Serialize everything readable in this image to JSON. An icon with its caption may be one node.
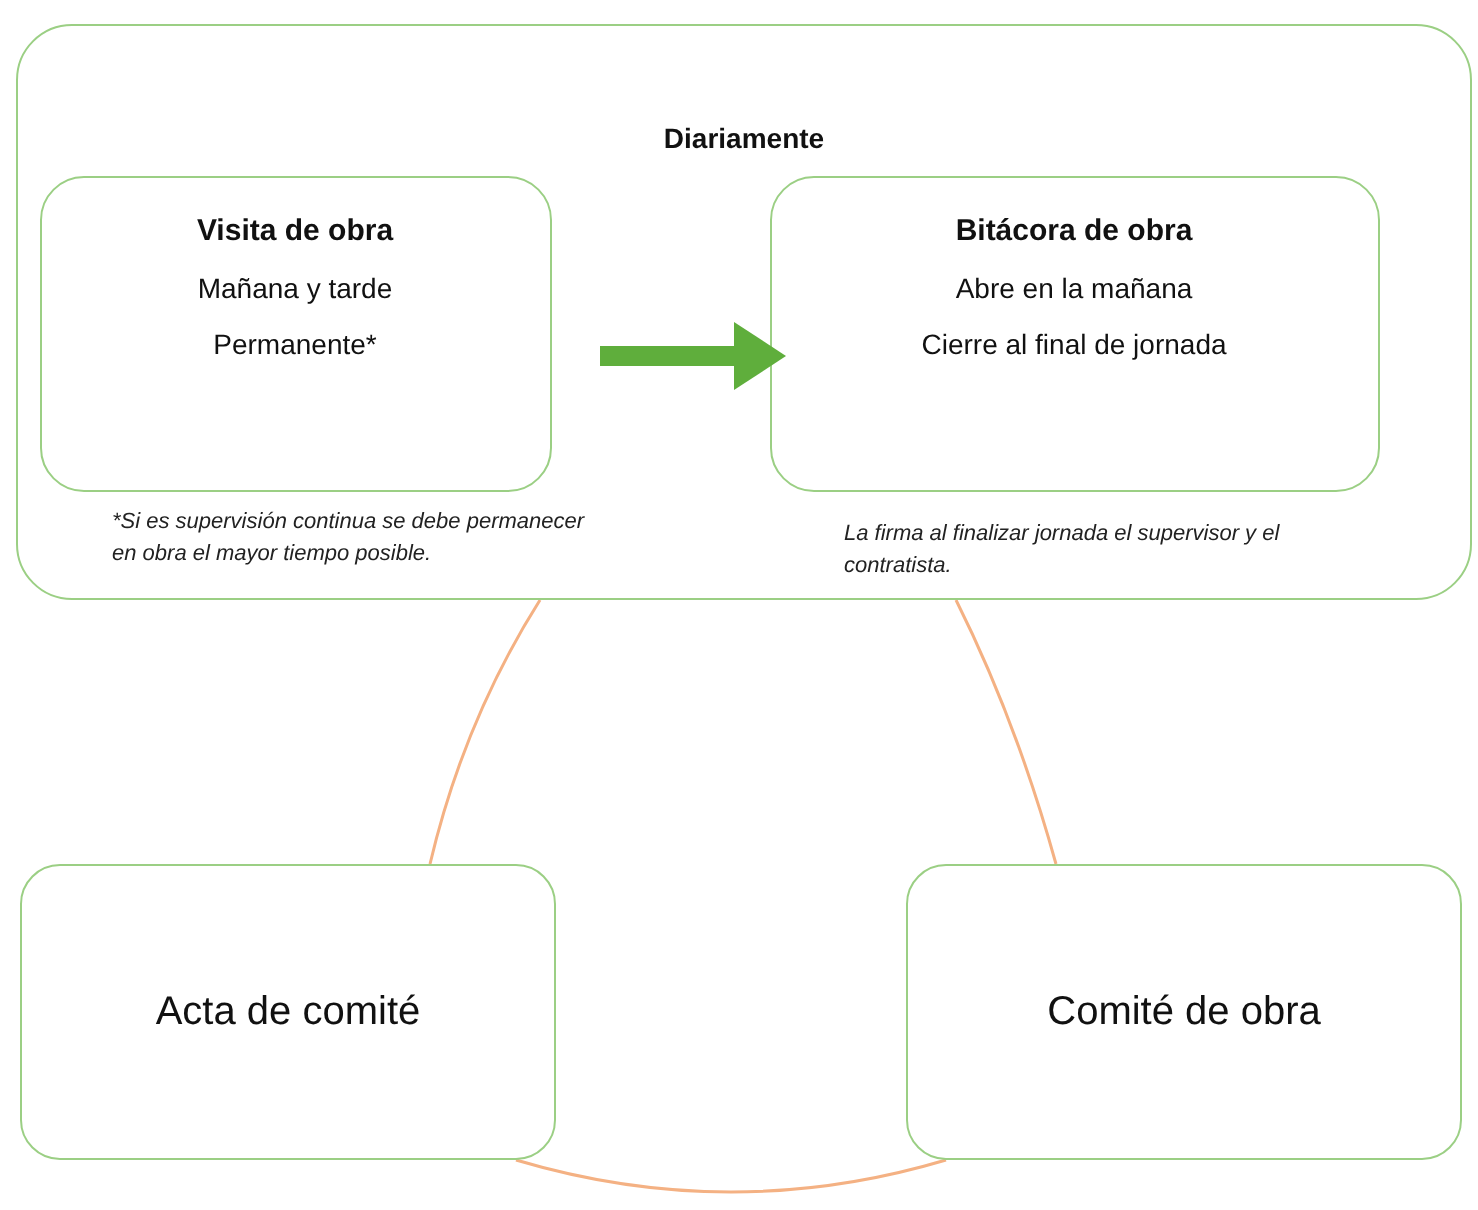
{
  "diagram": {
    "nodes": [
      {
        "text": [
          "Diariamente"
        ]
      },
      {
        "text": [
          "Visita de obra",
          "Mañana y tarde",
          "Permanente*"
        ],
        "in": 0,
        "beside": [
          "*Si es supervisión continua se debe permanecer en obra el mayor tiempo posible."
        ]
      },
      {
        "text": [
          "Bitácora de obra",
          "Abre en la mañana",
          "Cierre al final de jornada"
        ],
        "in": 0,
        "beside": [
          "La firma al finalizar jornada el supervisor y el contratista."
        ]
      },
      {
        "text": [
          "Acta de comité"
        ]
      },
      {
        "text": [
          "Comité de obra"
        ]
      }
    ],
    "edges": [
      {
        "from": 1,
        "to": 2,
        "arrow": "to",
        "style": "thick",
        "color": "#5fae3c"
      },
      {
        "from": 0,
        "to": 4,
        "arrow": "none"
      },
      {
        "from": 4,
        "to": 3,
        "arrow": "none"
      },
      {
        "from": 3,
        "to": 0,
        "arrow": "none"
      }
    ]
  }
}
